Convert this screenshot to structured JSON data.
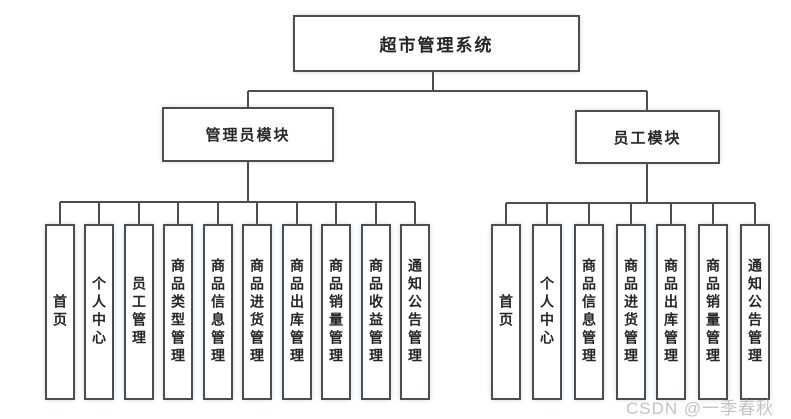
{
  "diagram": {
    "root": {
      "label": "超市管理系统"
    },
    "modules": [
      {
        "label": "管理员模块",
        "children": [
          "首页",
          "个人中心",
          "员工管理",
          "商品类型管理",
          "商品信息管理",
          "商品进货管理",
          "商品出库管理",
          "商品销量管理",
          "商品收益管理",
          "通知公告管理"
        ]
      },
      {
        "label": "员工模块",
        "children": [
          "首页",
          "个人中心",
          "商品信息管理",
          "商品进货管理",
          "商品出库管理",
          "商品销量管理",
          "通知公告管理"
        ]
      }
    ]
  },
  "watermark": "CSDN @一季春秋",
  "colors": {
    "box_border": "#4d4d4d",
    "connector_line": "#4d4d4d",
    "text": "#262626",
    "watermark_text": "#c3c3c3",
    "background": "#ffffff"
  }
}
